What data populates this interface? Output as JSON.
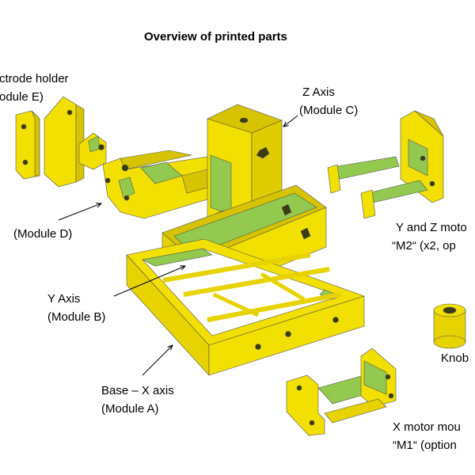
{
  "title": "Overview of printed parts",
  "colors": {
    "part_yellow": "#F2E000",
    "part_shadow": "#D7C400",
    "part_inner": "#93C94E",
    "hole": "#3B3B10",
    "outline": "#000000"
  },
  "labels": {
    "module_e": [
      "ctrode holder",
      "odule E)"
    ],
    "module_c": [
      "Z Axis",
      "(Module C)"
    ],
    "module_d": [
      "(Module D)"
    ],
    "y_z_motor": [
      "Y and Z moto",
      "“M2“ (x2, op"
    ],
    "module_b": [
      "Y Axis",
      "(Module B)"
    ],
    "knob": [
      "Knob"
    ],
    "module_a": [
      "Base – X axis",
      "(Module A)"
    ],
    "x_motor": [
      "X motor mou",
      "“M1“ (option"
    ]
  }
}
